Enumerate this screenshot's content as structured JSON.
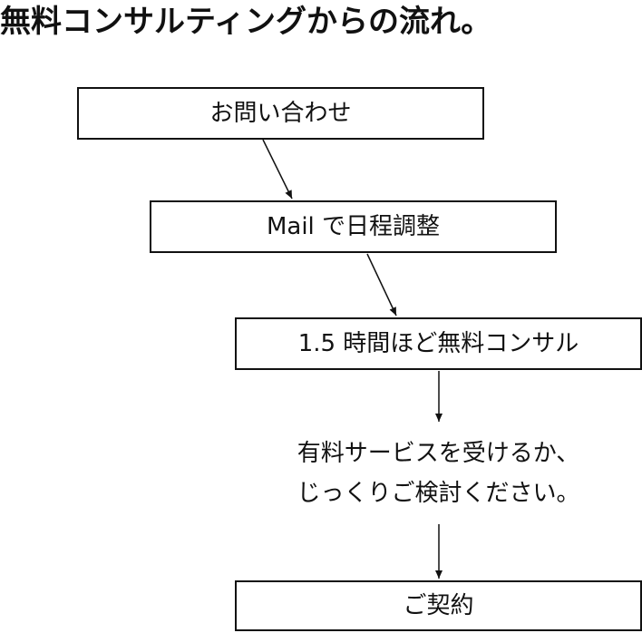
{
  "title": "無料コンサルティングからの流れ。",
  "steps": [
    "お問い合わせ",
    "Mail で日程調整",
    "1.5 時間ほど無料コンサル",
    "ご契約"
  ],
  "note": {
    "line1": "有料サービスを受けるか、",
    "line2": "じっくりご検討ください。"
  }
}
